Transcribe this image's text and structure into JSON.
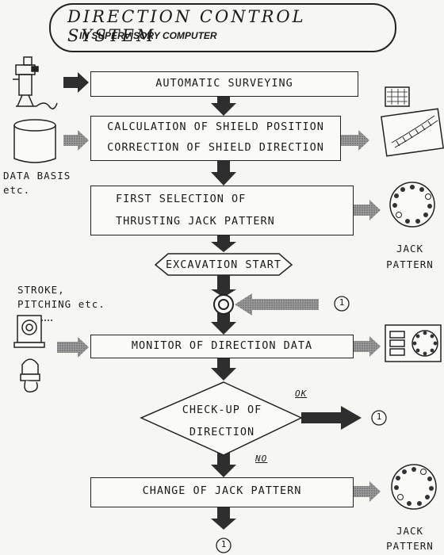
{
  "header": {
    "title": "DIRECTION CONTROL SYSTEM",
    "subtitle": "IN SUPERVISORY COMPUTER"
  },
  "steps": {
    "automatic_surveying": "AUTOMATIC SURVEYING",
    "calc_line1": "CALCULATION OF SHIELD POSITION",
    "calc_line2": "CORRECTION OF SHIELD DIRECTION",
    "first_sel_line1": "FIRST SELECTION OF",
    "first_sel_line2": "THRUSTING JACK PATTERN",
    "excavation_start": "EXCAVATION START",
    "monitor": "MONITOR OF DIRECTION DATA",
    "checkup_line1": "CHECK-UP OF",
    "checkup_line2": "DIRECTION",
    "change_pattern": "CHANGE OF JACK PATTERN"
  },
  "branches": {
    "ok": "OK",
    "no": "NO"
  },
  "labels": {
    "data_basis": "DATA BASIS",
    "etc": "etc.",
    "jack_pattern_line1": "JACK",
    "jack_pattern_line2": "PATTERN",
    "stroke": "STROKE,",
    "pitching": "PITCHING etc."
  },
  "connectors": {
    "one": "1"
  },
  "colors": {
    "arrow_dark": "#2e2e2e",
    "arrow_grey": "#8a8a8a",
    "line": "#222222"
  }
}
